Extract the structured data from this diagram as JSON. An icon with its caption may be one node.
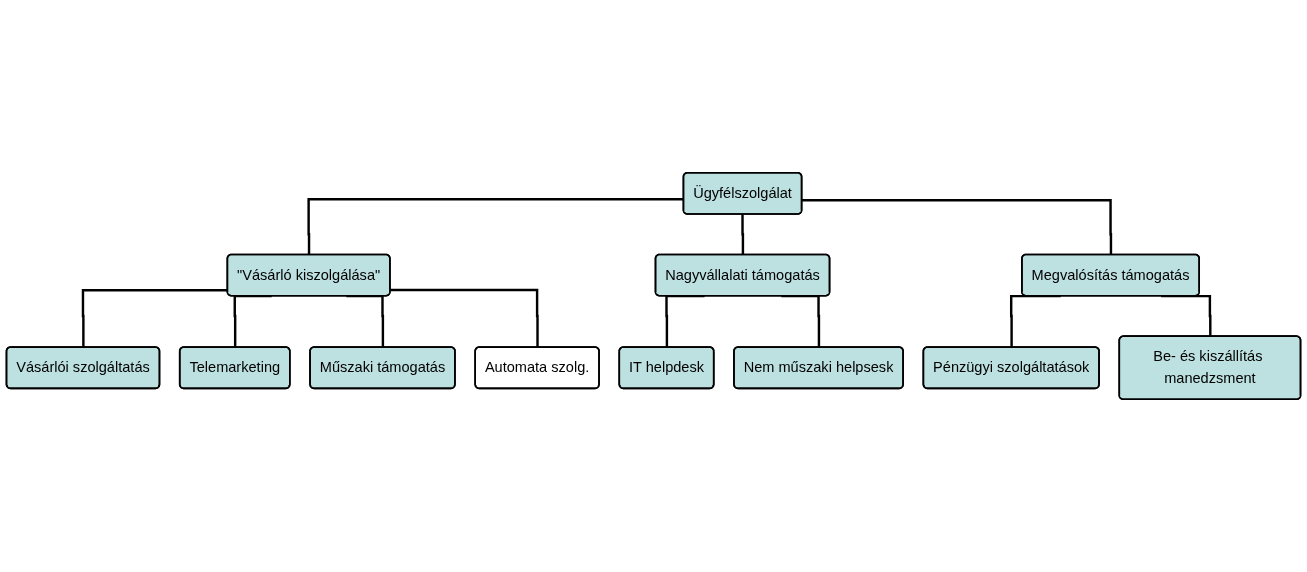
{
  "diagram": {
    "nodes": [
      {
        "text": [
          "Ügyfélszolgálat"
        ]
      },
      {
        "text": [
          "\"Vásárló kiszolgálása\""
        ]
      },
      {
        "text": [
          "Vásárlói szolgáltatás"
        ]
      },
      {
        "text": [
          "Telemarketing"
        ]
      },
      {
        "text": [
          "Műszaki támogatás"
        ]
      },
      {
        "text": [
          "Automata szolg."
        ]
      },
      {
        "text": [
          "Nagyvállalati támogatás"
        ]
      },
      {
        "text": [
          "IT helpdesk"
        ]
      },
      {
        "text": [
          "Nem műszaki helpsesk"
        ]
      },
      {
        "text": [
          "Megvalósítás támogatás"
        ]
      },
      {
        "text": [
          "Pénzügyi szolgáltatások"
        ]
      },
      {
        "text": [
          "Be- és kiszállítás manedzsment"
        ]
      }
    ],
    "edges": [
      {
        "from": 0,
        "to": 1,
        "arrow": "none"
      },
      {
        "from": 0,
        "to": 6,
        "arrow": "none"
      },
      {
        "from": 0,
        "to": 9,
        "arrow": "none"
      },
      {
        "from": 1,
        "to": 2,
        "arrow": "none"
      },
      {
        "from": 1,
        "to": 3,
        "arrow": "none"
      },
      {
        "from": 1,
        "to": 4,
        "arrow": "none"
      },
      {
        "from": 1,
        "to": 5,
        "arrow": "none"
      },
      {
        "from": 6,
        "to": 7,
        "arrow": "none"
      },
      {
        "from": 6,
        "to": 8,
        "arrow": "none"
      },
      {
        "from": 9,
        "to": 10,
        "arrow": "none"
      },
      {
        "from": 9,
        "to": 11,
        "arrow": "none"
      }
    ]
  }
}
